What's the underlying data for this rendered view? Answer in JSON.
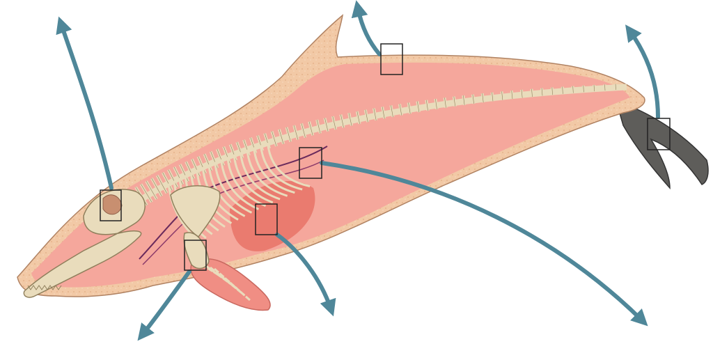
{
  "diagram": {
    "subject": "dolphin-anatomy",
    "colors": {
      "skin": "#f2c9a6",
      "skin_speckle": "#e8b48e",
      "flesh": "#f5a79c",
      "flesh_dark": "#ec8a7e",
      "bone": "#e9dcbc",
      "bone_stroke": "#8f7f5c",
      "fluke": "#5e5d5a",
      "arrow": "#4f8799",
      "box": "#222222",
      "muscle": "#e0574a",
      "vessel": "#6a2a5c"
    },
    "callouts": [
      {
        "id": "brain"
      },
      {
        "id": "dorsal-fin-skin"
      },
      {
        "id": "tail-fluke"
      },
      {
        "id": "blood-vessels"
      },
      {
        "id": "chest-muscle"
      },
      {
        "id": "flipper-bones"
      }
    ]
  }
}
